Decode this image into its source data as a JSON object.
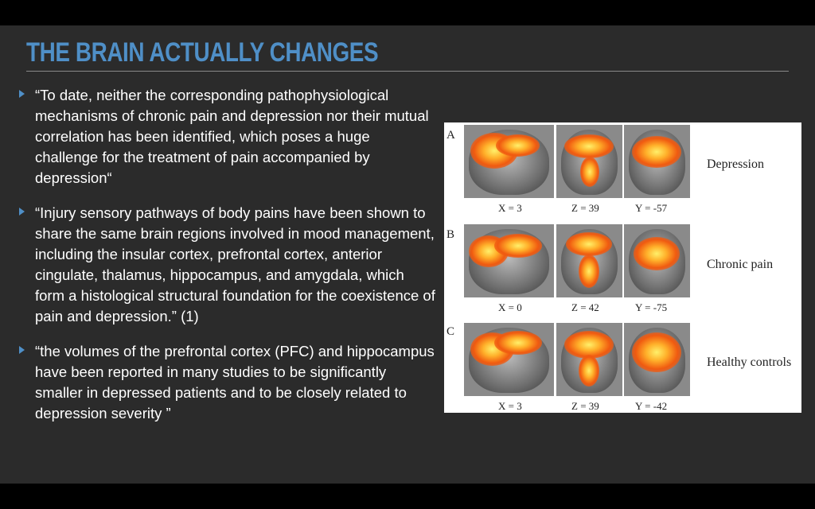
{
  "slide": {
    "title": "THE BRAIN ACTUALLY CHANGES",
    "bullets": [
      "“To date, neither the corresponding pathophysiological mechanisms of chronic pain and depression nor their mutual correlation has been identified, which poses a huge challenge for the treatment of pain accompanied by depression“",
      "“Injury sensory pathways of body pains have been shown to share the same brain regions involved in mood management, including the insular cortex, prefrontal cortex, anterior cingulate, thalamus, hippocampus, and amygdala, which form a histological structural foundation for the coexistence of pain and depression.” (1)",
      "“the volumes of the prefrontal cortex (PFC) and hippocampus have been reported in many studies to be significantly smaller in depressed patients and to be closely related to depression severity ”"
    ],
    "accent_color": "#4f8fc7"
  },
  "figure": {
    "panels": [
      {
        "letter": "A",
        "label": "Depression",
        "coords": [
          "X = 3",
          "Z = 39",
          "Y = -57"
        ]
      },
      {
        "letter": "B",
        "label": "Chronic pain",
        "coords": [
          "X = 0",
          "Z = 42",
          "Y = -75"
        ]
      },
      {
        "letter": "C",
        "label": "Healthy controls",
        "coords": [
          "X = 3",
          "Z = 39",
          "Y = -42"
        ]
      }
    ]
  }
}
